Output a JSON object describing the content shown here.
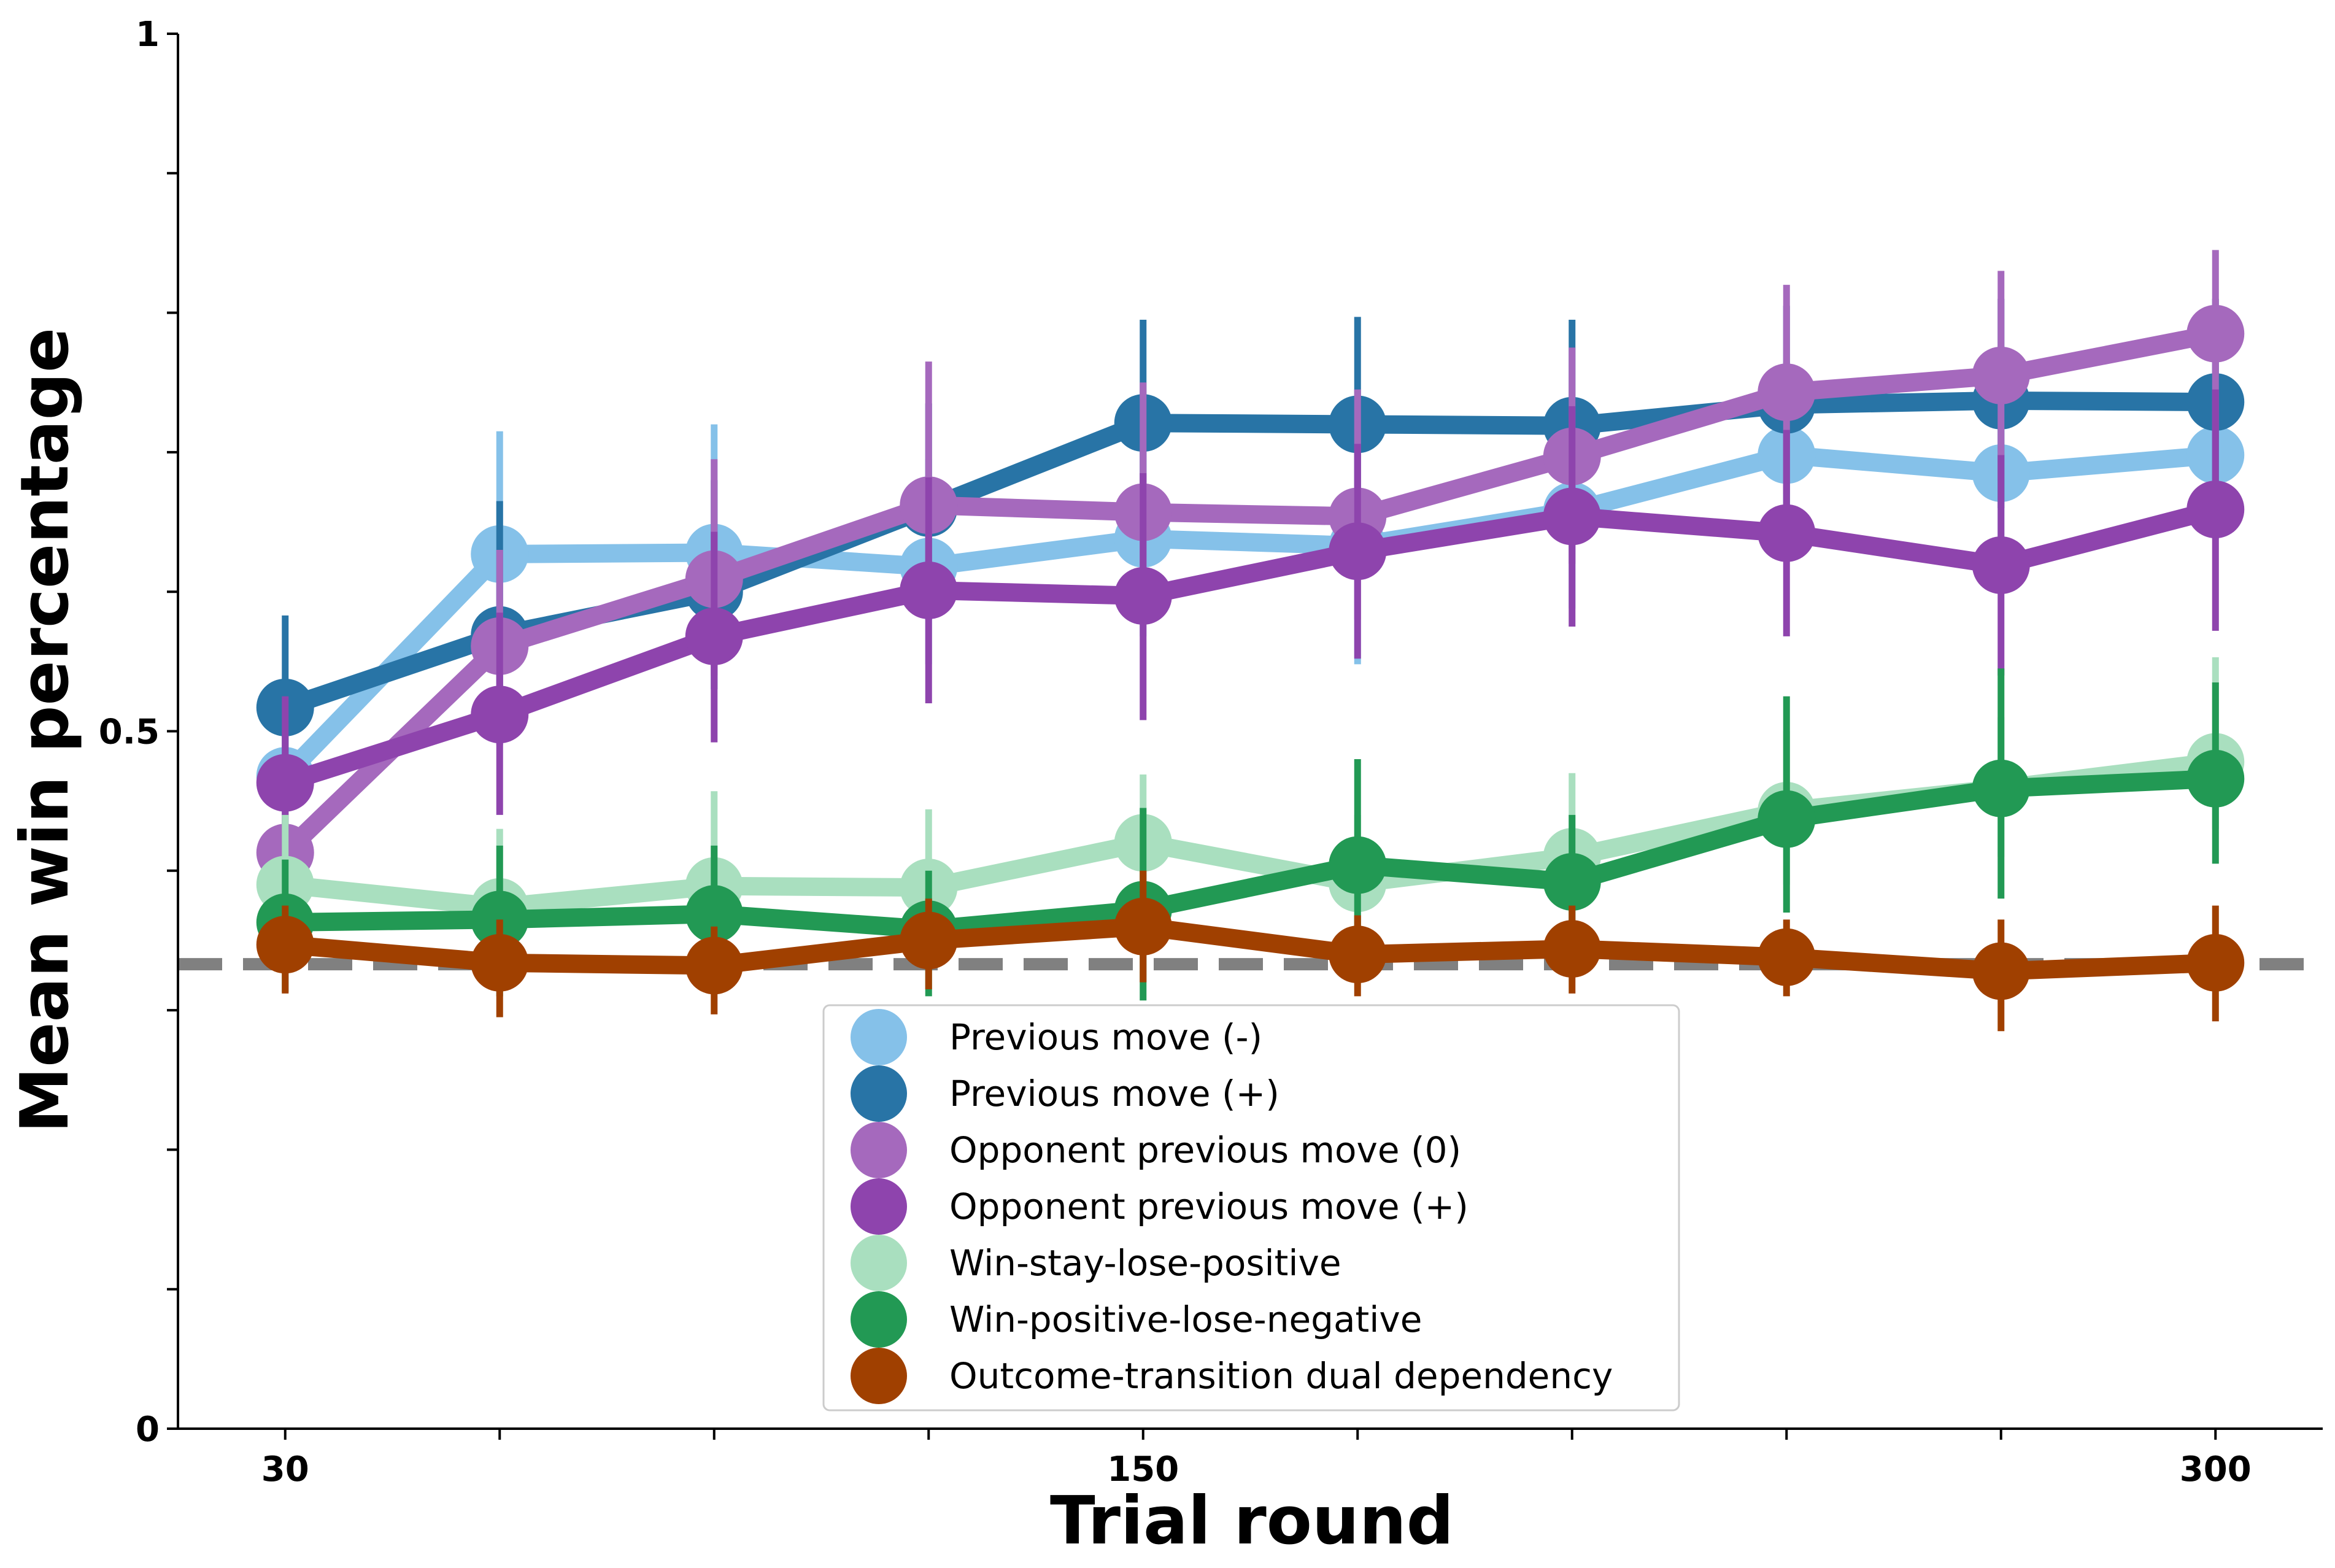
{
  "chart_data": {
    "type": "line",
    "title": "",
    "xlabel": "Trial round",
    "ylabel": "Mean win percentage",
    "x": [
      30,
      60,
      90,
      120,
      150,
      180,
      210,
      240,
      270,
      300
    ],
    "xlim": [
      15,
      315
    ],
    "ylim": [
      0,
      1
    ],
    "x_ticks": [
      30,
      60,
      90,
      120,
      150,
      180,
      210,
      240,
      270,
      300
    ],
    "x_tick_labels": [
      {
        "value": 30,
        "label": "30"
      },
      {
        "value": 150,
        "label": "150"
      },
      {
        "value": 300,
        "label": "300"
      }
    ],
    "y_ticks": [
      0,
      0.1,
      0.2,
      0.3,
      0.4,
      0.5,
      0.6,
      0.7,
      0.8,
      0.9,
      1
    ],
    "y_tick_labels": [
      {
        "value": 0,
        "label": "0"
      },
      {
        "value": 0.5,
        "label": "0.5"
      },
      {
        "value": 1,
        "label": "1"
      }
    ],
    "reference_line": {
      "y": 0.333,
      "color": "#808080",
      "style": "dashed"
    },
    "grid": false,
    "legend_position": "lower-center",
    "series": [
      {
        "name": "Previous move (-)",
        "color": "#85c1e9",
        "values": [
          0.468,
          0.627,
          0.628,
          0.618,
          0.638,
          0.633,
          0.658,
          0.698,
          0.685,
          0.698
        ],
        "err_low": [
          0.425,
          0.565,
          0.575,
          0.548,
          0.568,
          0.548,
          0.588,
          0.638,
          0.618,
          0.638
        ],
        "err_high": [
          0.505,
          0.715,
          0.72,
          0.695,
          0.71,
          0.72,
          0.73,
          0.765,
          0.755,
          0.765
        ]
      },
      {
        "name": "Previous move (+)",
        "color": "#2874a6",
        "values": [
          0.517,
          0.569,
          0.6,
          0.66,
          0.721,
          0.72,
          0.719,
          0.734,
          0.737,
          0.736
        ],
        "err_low": [
          0.47,
          0.5,
          0.53,
          0.58,
          0.64,
          0.64,
          0.64,
          0.66,
          0.66,
          0.66
        ],
        "err_high": [
          0.583,
          0.665,
          0.68,
          0.735,
          0.795,
          0.797,
          0.795,
          0.805,
          0.81,
          0.81
        ]
      },
      {
        "name": "Opponent previous move (0)",
        "color": "#a569bd",
        "values": [
          0.413,
          0.561,
          0.609,
          0.662,
          0.657,
          0.654,
          0.697,
          0.743,
          0.755,
          0.785
        ],
        "err_low": [
          0.36,
          0.49,
          0.54,
          0.59,
          0.58,
          0.58,
          0.62,
          0.67,
          0.68,
          0.71
        ],
        "err_high": [
          0.46,
          0.63,
          0.695,
          0.765,
          0.75,
          0.745,
          0.775,
          0.82,
          0.83,
          0.845
        ]
      },
      {
        "name": "Opponent previous move (+)",
        "color": "#8e44ad",
        "values": [
          0.463,
          0.512,
          0.568,
          0.601,
          0.597,
          0.629,
          0.654,
          0.642,
          0.619,
          0.659
        ],
        "err_low": [
          0.4,
          0.44,
          0.492,
          0.52,
          0.508,
          0.552,
          0.575,
          0.568,
          0.54,
          0.572
        ],
        "err_high": [
          0.525,
          0.585,
          0.643,
          0.682,
          0.685,
          0.706,
          0.733,
          0.716,
          0.698,
          0.745
        ]
      },
      {
        "name": "Win-stay-lose-positive",
        "color": "#a9dfbf",
        "values": [
          0.39,
          0.374,
          0.389,
          0.388,
          0.42,
          0.391,
          0.41,
          0.443,
          0.459,
          0.478
        ],
        "err_low": [
          0.34,
          0.32,
          0.33,
          0.33,
          0.37,
          0.34,
          0.36,
          0.39,
          0.41,
          0.43
        ],
        "err_high": [
          0.44,
          0.43,
          0.457,
          0.444,
          0.469,
          0.44,
          0.47,
          0.5,
          0.51,
          0.553
        ]
      },
      {
        "name": "Win-positive-lose-negative",
        "color": "#229954",
        "values": [
          0.363,
          0.365,
          0.369,
          0.358,
          0.372,
          0.404,
          0.392,
          0.437,
          0.459,
          0.466
        ],
        "err_low": [
          0.313,
          0.31,
          0.315,
          0.31,
          0.307,
          0.34,
          0.34,
          0.37,
          0.38,
          0.405
        ],
        "err_high": [
          0.408,
          0.418,
          0.418,
          0.4,
          0.445,
          0.48,
          0.44,
          0.525,
          0.545,
          0.535
        ]
      },
      {
        "name": "Outcome-transition dual dependency",
        "color": "#a04000",
        "values": [
          0.347,
          0.334,
          0.332,
          0.35,
          0.36,
          0.34,
          0.344,
          0.338,
          0.328,
          0.334
        ],
        "err_low": [
          0.312,
          0.295,
          0.297,
          0.315,
          0.32,
          0.31,
          0.312,
          0.31,
          0.285,
          0.292
        ],
        "err_high": [
          0.375,
          0.365,
          0.36,
          0.38,
          0.4,
          0.368,
          0.375,
          0.365,
          0.365,
          0.375
        ]
      }
    ]
  }
}
